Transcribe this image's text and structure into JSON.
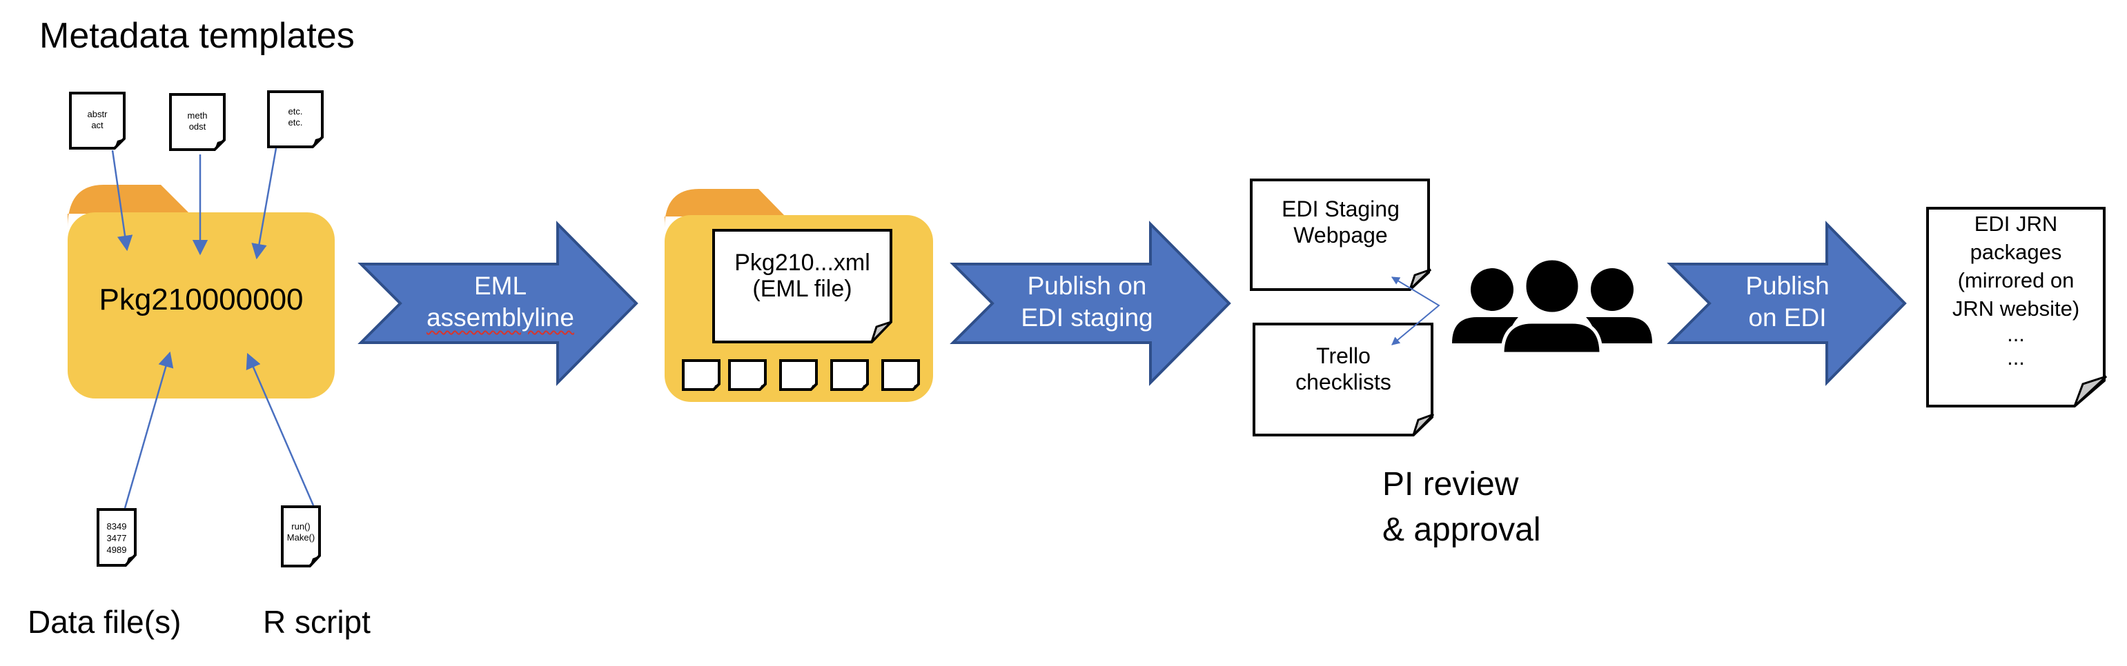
{
  "title": "Metadata templates",
  "templates": [
    {
      "lines": [
        "abstr",
        "act"
      ]
    },
    {
      "lines": [
        "meth",
        "odst"
      ]
    },
    {
      "lines": [
        "etc.",
        "etc."
      ]
    }
  ],
  "inputs": {
    "data_file": {
      "lines": [
        "8349",
        "3477",
        "4989"
      ],
      "label": "Data file(s)"
    },
    "r_script": {
      "lines": [
        "run()",
        "Make()"
      ],
      "label": "R script"
    }
  },
  "package_folder": {
    "label": "Pkg210000000"
  },
  "arrows": [
    {
      "lines": [
        "EML",
        "assemblyline"
      ]
    },
    {
      "lines": [
        "Publish on",
        "EDI staging"
      ]
    },
    {
      "lines": [
        "Publish",
        "on EDI"
      ]
    }
  ],
  "eml_folder": {
    "file_lines": [
      "Pkg210...xml",
      "(EML file)"
    ],
    "small_file_count": 5
  },
  "staging": {
    "webpage_lines": [
      "EDI Staging",
      "Webpage"
    ],
    "trello_lines": [
      "Trello",
      "checklists"
    ]
  },
  "review": {
    "lines": [
      "PI review",
      "& approval"
    ],
    "icon": "people-group-icon"
  },
  "output_doc": {
    "lines": [
      "EDI JRN",
      "packages",
      "(mirrored on",
      "JRN website)",
      "...",
      "..."
    ]
  },
  "colors": {
    "arrow_fill": "#4e74bf",
    "arrow_stroke": "#2f4f8a",
    "folder_body": "#f6c94f",
    "folder_tab": "#f0a43c",
    "connector": "#4a70c0",
    "page_curl": "#c8c8c8"
  }
}
